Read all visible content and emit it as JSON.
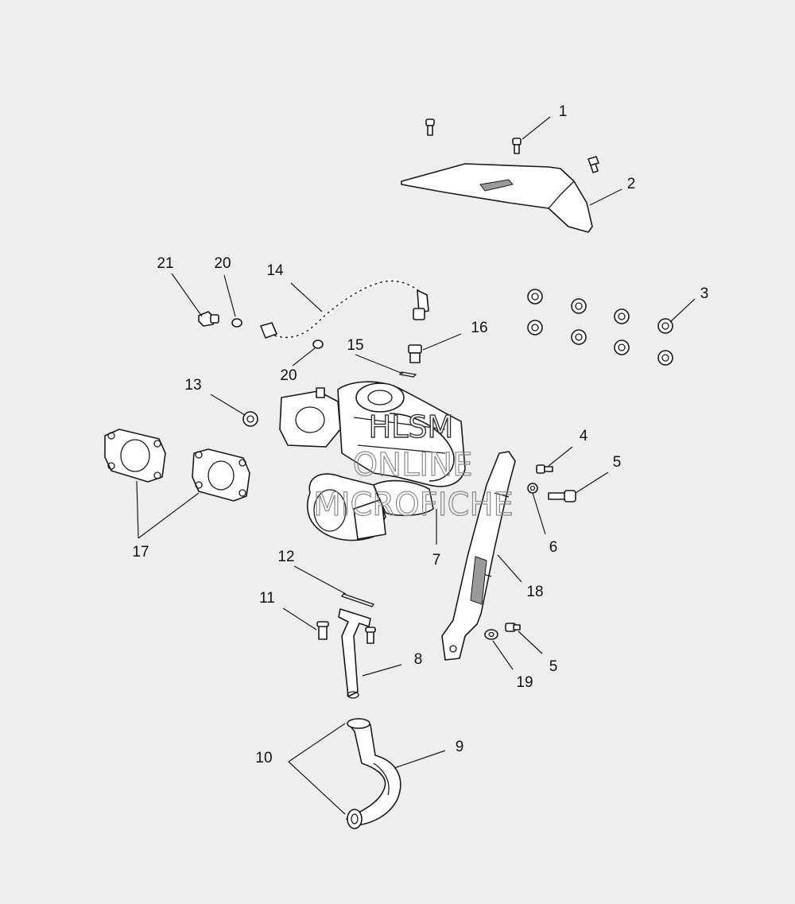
{
  "callouts": {
    "c1": "1",
    "c2": "2",
    "c3": "3",
    "c4": "4",
    "c5a": "5",
    "c5b": "5",
    "c6": "6",
    "c7": "7",
    "c8": "8",
    "c9": "9",
    "c10": "10",
    "c11": "11",
    "c12": "12",
    "c13": "13",
    "c14": "14",
    "c15": "15",
    "c16": "16",
    "c17": "17",
    "c18": "18",
    "c19": "19",
    "c20a": "20",
    "c20b": "20",
    "c21": "21"
  },
  "watermark": {
    "line1": "HLSM",
    "line2": "ONLINE",
    "line3": "MICROFICHE"
  },
  "colors": {
    "background": "#eeeeee",
    "line": "#1a1a1a"
  }
}
